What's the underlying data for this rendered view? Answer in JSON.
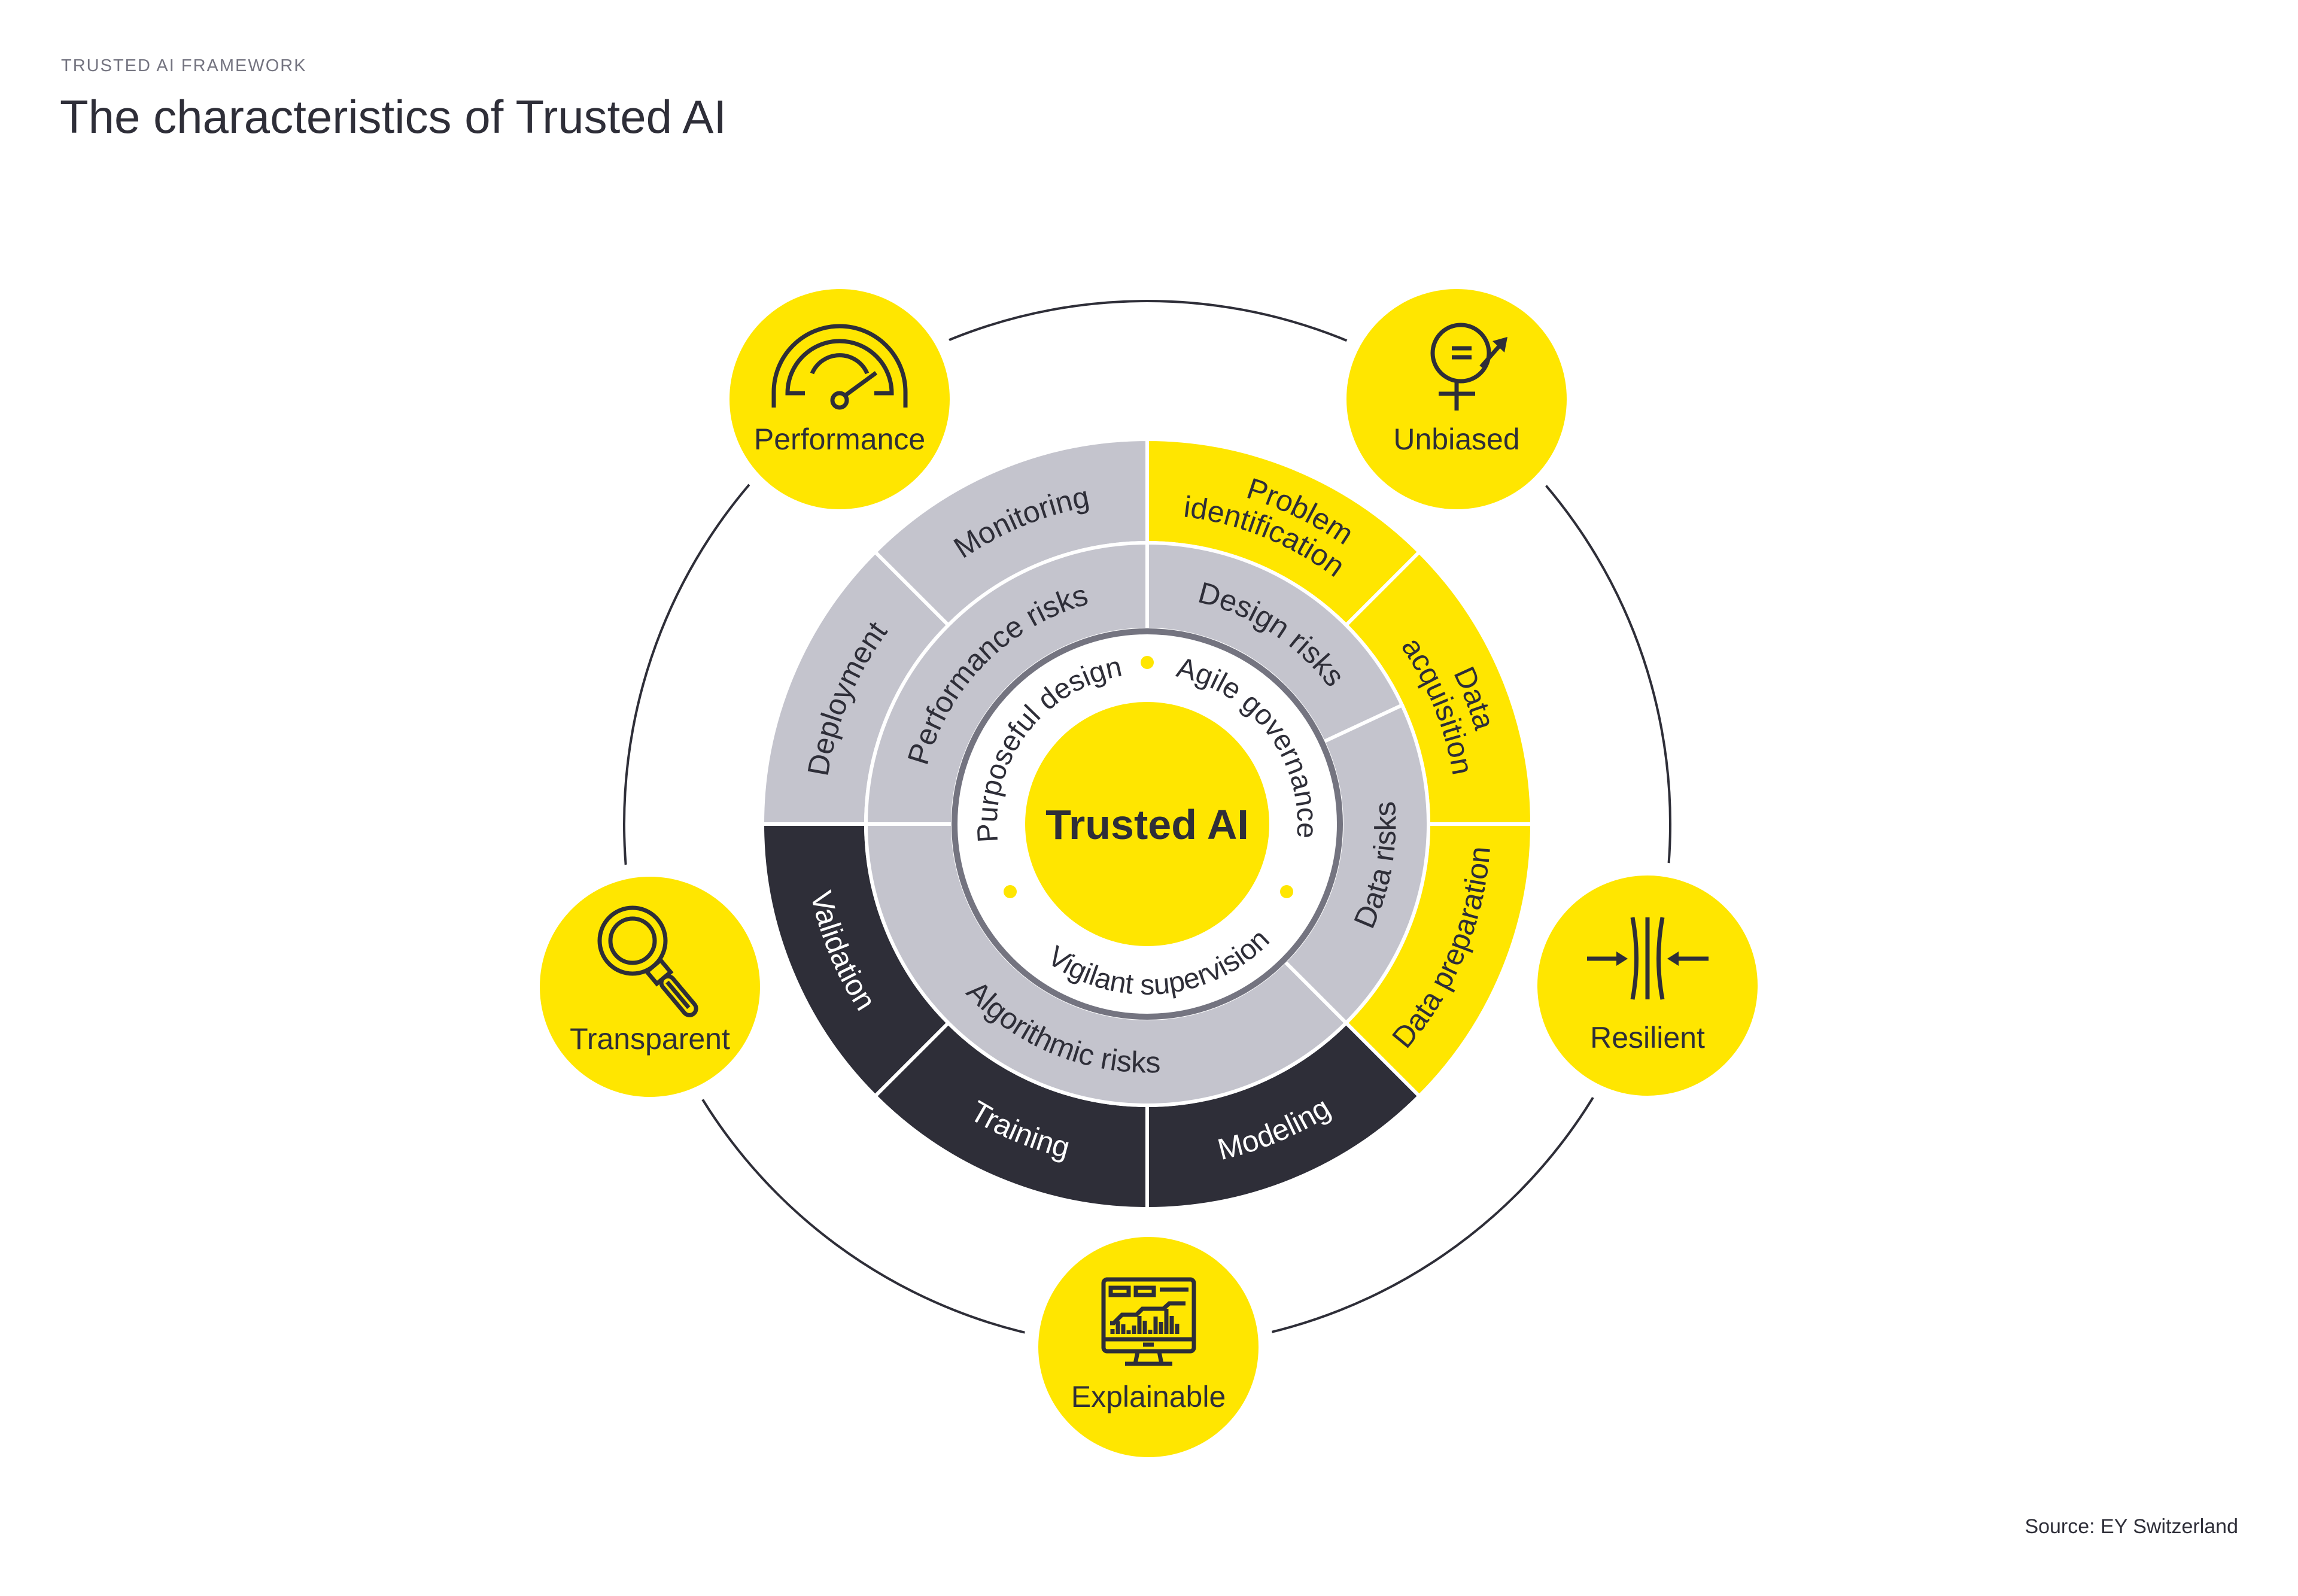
{
  "header": {
    "kicker": "TRUSTED AI FRAMEWORK",
    "title": "The characteristics of Trusted AI"
  },
  "center_label": "Trusted AI",
  "principles": [
    {
      "label": "Purposeful design"
    },
    {
      "label": "Agile governance"
    },
    {
      "label": "Vigilant supervision"
    }
  ],
  "risks": [
    {
      "label": "Performance risks"
    },
    {
      "label": "Design risks"
    },
    {
      "label": "Data risks"
    },
    {
      "label": "Algorithmic risks"
    }
  ],
  "lifecycle": [
    {
      "label": "Monitoring"
    },
    {
      "label": "Deployment"
    },
    {
      "lines": [
        "Problem",
        "identification"
      ]
    },
    {
      "lines": [
        "Data",
        "acquisition"
      ]
    },
    {
      "label": "Data preparation"
    },
    {
      "label": "Modeling"
    },
    {
      "label": "Training"
    },
    {
      "label": "Validation"
    }
  ],
  "characteristics": [
    {
      "label": "Performance",
      "icon": "gauge-icon"
    },
    {
      "label": "Unbiased",
      "icon": "gender-equality-icon"
    },
    {
      "label": "Resilient",
      "icon": "compression-arrows-icon"
    },
    {
      "label": "Explainable",
      "icon": "monitor-chart-icon"
    },
    {
      "label": "Transparent",
      "icon": "magnifier-icon"
    }
  ],
  "source": "Source: EY Switzerland",
  "colors": {
    "yellow": "#FFE600",
    "dark": "#2E2E38",
    "gray": "#C4C4CD",
    "ring_stroke": "#747480"
  }
}
